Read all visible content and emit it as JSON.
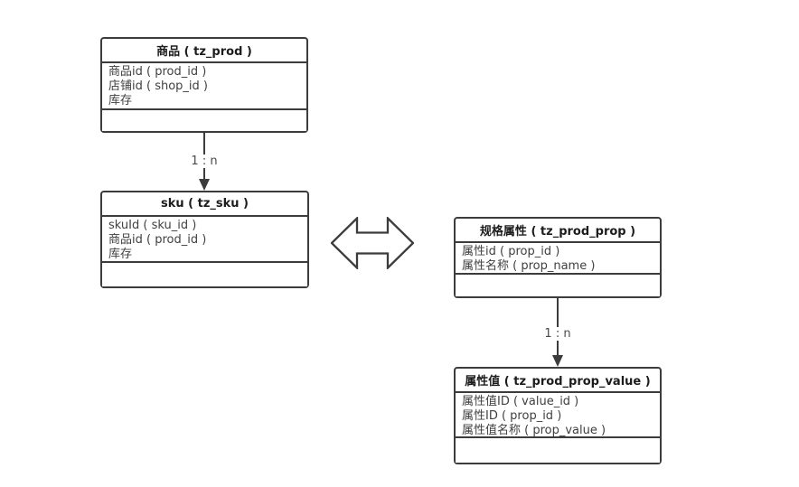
{
  "diagram": {
    "type": "er-diagram",
    "background": "#ffffff",
    "stroke_color": "#3c3c3c",
    "title_text_color": "#1c1c1c",
    "field_text_color": "#404040",
    "entities": [
      {
        "title": "商品 ( tz_prod )",
        "fields": [
          "商品id ( prod_id )",
          "店铺id ( shop_id )",
          "库存"
        ]
      },
      {
        "title": "sku ( tz_sku )",
        "fields": [
          "skuId ( sku_id )",
          "商品id ( prod_id )",
          "库存"
        ]
      },
      {
        "title": "规格属性 ( tz_prod_prop )",
        "fields": [
          "属性id ( prop_id )",
          "属性名称 ( prop_name )"
        ]
      },
      {
        "title": "属性值 ( tz_prod_prop_value )",
        "fields": [
          "属性值ID ( value_id )",
          "属性ID ( prop_id )",
          "属性值名称 ( prop_value )"
        ]
      }
    ],
    "connectors": [
      {
        "from": "商品 ( tz_prod )",
        "to": "sku ( tz_sku )",
        "label": "1 : n"
      },
      {
        "from": "规格属性 ( tz_prod_prop )",
        "to": "属性值 ( tz_prod_prop_value )",
        "label": "1 : n"
      }
    ],
    "symbols": [
      {
        "name": "double-arrow-icon",
        "meaning": "bidirectional relation between sku and 规格属性"
      }
    ]
  }
}
